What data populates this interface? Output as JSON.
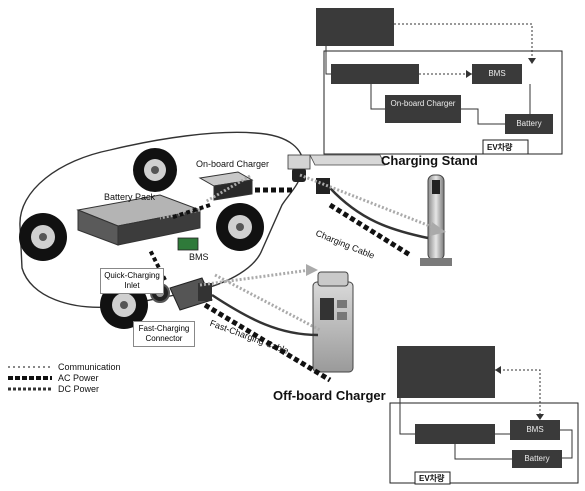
{
  "labels": {
    "onboard_charger": "On-board Charger",
    "battery_pack": "Battery Pack",
    "bms": "BMS",
    "quick_charging_inlet": "Quick-Charging Inlet",
    "fast_charging_connector": "Fast-Charging Connector",
    "charging_cable": "Charging Cable",
    "fast_charging_cable": "Fast-Charging Cable",
    "charging_stand": "Charging Stand",
    "offboard_charger": "Off-board Charger"
  },
  "legend": {
    "communication": "Communication",
    "ac_power": "AC Power",
    "dc_power": "DC Power"
  },
  "top_diagram": {
    "charger": "",
    "inlet": "",
    "bms": "BMS",
    "onboard_charger": "On-board Charger",
    "battery": "Battery",
    "ev_label": "EV차량"
  },
  "bottom_diagram": {
    "charger": "",
    "inlet": "",
    "bms": "BMS",
    "battery": "Battery",
    "ev_label": "EV차량"
  },
  "colors": {
    "block_fill": "#3a3a3a",
    "ac_power": "#111111",
    "communication": "#aaaaaa"
  }
}
